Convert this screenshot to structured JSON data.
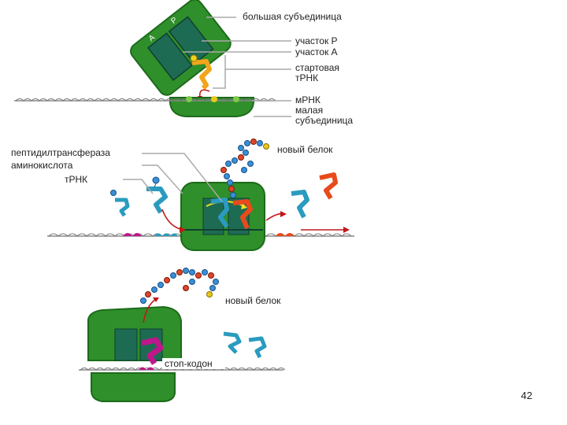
{
  "labels": {
    "large_subunit": "большая субъединица",
    "site_p": "участок Р",
    "site_a": "участок А",
    "start_trna": "стартовая тРНК",
    "mrna": "мРНК",
    "small_subunit": "малая субъединица",
    "peptidyltransferase": "пептидилтрансфераза",
    "amino_acid": "аминокислота",
    "trna": "тРНК",
    "new_protein_1": "новый белок",
    "new_protein_2": "новый белок",
    "stop_codon": "стоп-кодон",
    "ribosome_letter_a": "А",
    "ribosome_letter_p": "Р"
  },
  "page_number": "42",
  "colors": {
    "ribosome": "#2f8f2a",
    "ribosome_dark": "#1c6b1a",
    "site": "#1e6b54",
    "trna_blue": "#2a9bbf",
    "trna_orange": "#f2a51a",
    "trna_red": "#e84a1c",
    "trna_magenta": "#c0168c",
    "bead_blue": "#3a8fd6",
    "bead_red": "#e0452a",
    "arrow": "#c01818"
  }
}
